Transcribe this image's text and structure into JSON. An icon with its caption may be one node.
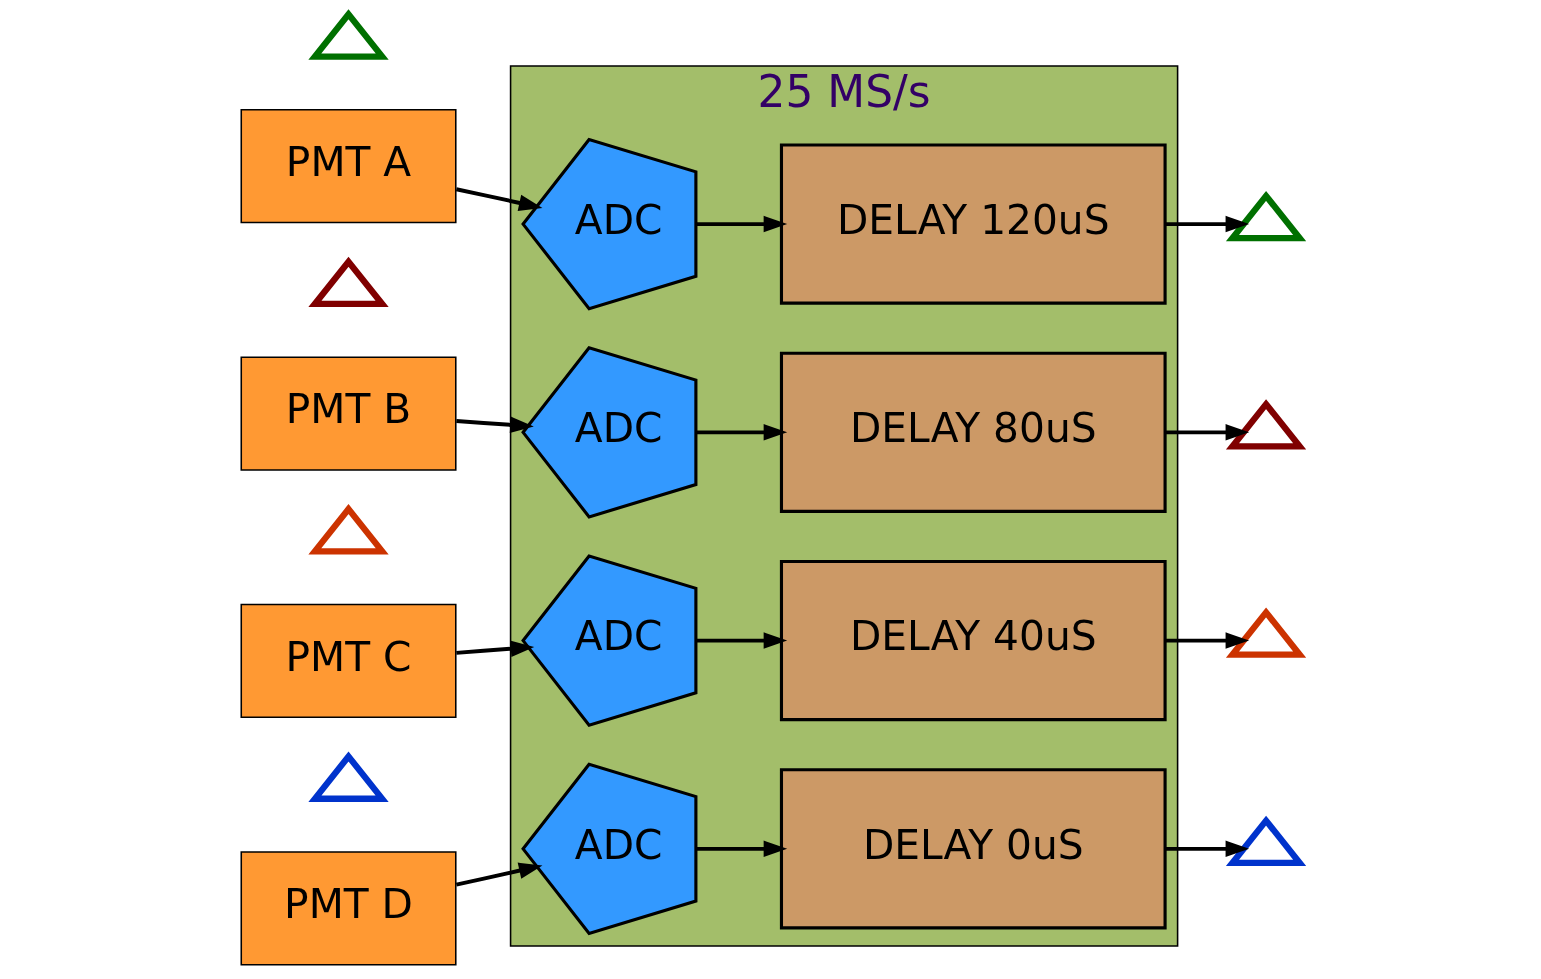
{
  "diagram": {
    "nodes": [
      {
        "text": [],
        "shape": "pulse"
      },
      {
        "text": [
          "PMT A"
        ]
      },
      {
        "text": [],
        "shape": "pulse"
      },
      {
        "text": [
          "PMT B"
        ]
      },
      {
        "text": [],
        "shape": "pulse"
      },
      {
        "text": [
          "PMT C"
        ]
      },
      {
        "text": [],
        "shape": "pulse"
      },
      {
        "text": [
          "PMT D"
        ]
      },
      {
        "text": [
          "25 MS/s"
        ]
      },
      {
        "text": [
          "ADC"
        ],
        "in": 8
      },
      {
        "text": [
          "DELAY 120uS"
        ],
        "in": 8
      },
      {
        "text": [
          "ADC"
        ],
        "in": 8
      },
      {
        "text": [
          "DELAY 80uS"
        ],
        "in": 8
      },
      {
        "text": [
          "ADC"
        ],
        "in": 8
      },
      {
        "text": [
          "DELAY 40uS"
        ],
        "in": 8
      },
      {
        "text": [
          "ADC"
        ],
        "in": 8
      },
      {
        "text": [
          "DELAY 0uS"
        ],
        "in": 8
      },
      {
        "text": [],
        "shape": "pulse"
      },
      {
        "text": [],
        "shape": "pulse"
      },
      {
        "text": [],
        "shape": "pulse"
      },
      {
        "text": [],
        "shape": "pulse"
      }
    ],
    "edges": [
      {
        "from": 1,
        "to": 9,
        "arrow": "to"
      },
      {
        "from": 9,
        "to": 10,
        "arrow": "to"
      },
      {
        "from": 10,
        "to": 17,
        "arrow": "to"
      },
      {
        "from": 3,
        "to": 11,
        "arrow": "to"
      },
      {
        "from": 11,
        "to": 12,
        "arrow": "to"
      },
      {
        "from": 12,
        "to": 18,
        "arrow": "to"
      },
      {
        "from": 5,
        "to": 13,
        "arrow": "to"
      },
      {
        "from": 13,
        "to": 14,
        "arrow": "to"
      },
      {
        "from": 14,
        "to": 19,
        "arrow": "to"
      },
      {
        "from": 7,
        "to": 15,
        "arrow": "to"
      },
      {
        "from": 15,
        "to": 16,
        "arrow": "to"
      },
      {
        "from": 16,
        "to": 20,
        "arrow": "to"
      }
    ]
  }
}
